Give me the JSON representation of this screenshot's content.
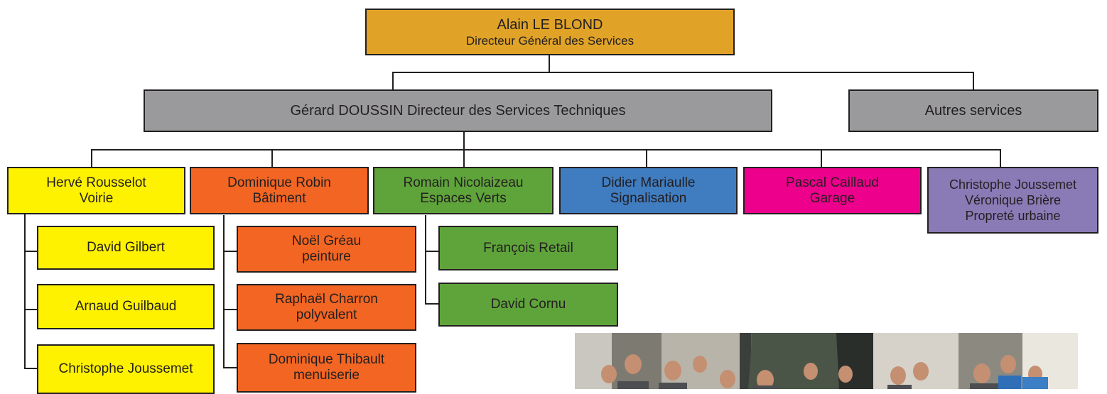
{
  "colors": {
    "director": "#e0a328",
    "gray": "#9a9a9c",
    "voirie": "#fff200",
    "batiment": "#f26522",
    "espaces_verts": "#5fa43a",
    "signalisation": "#3f7cc0",
    "garage": "#ec008c",
    "proprete": "#8a7ab5"
  },
  "director": {
    "name": "Alain LE BLOND",
    "title": "Directeur Général des Services"
  },
  "tech_director": {
    "label": "Gérard DOUSSIN Directeur des Services Techniques"
  },
  "other_services": {
    "label": "Autres services"
  },
  "departments": [
    {
      "line1": "Hervé Rousselot",
      "line2": "Voirie"
    },
    {
      "line1": "Dominique Robin",
      "line2": "Bâtiment"
    },
    {
      "line1": "Romain Nicolaizeau",
      "line2": "Espaces Verts"
    },
    {
      "line1": "Didier Mariaulle",
      "line2": "Signalisation"
    },
    {
      "line1": "Pascal Caillaud",
      "line2": "Garage"
    },
    {
      "line1": "Christophe Joussemet",
      "line2": "Véronique Brière",
      "line3": "Propreté urbaine"
    }
  ],
  "voirie_staff": [
    "David Gilbert",
    "Arnaud Guilbaud",
    "Christophe Joussemet"
  ],
  "batiment_staff": [
    {
      "name": "Noël Gréau",
      "role": "peinture"
    },
    {
      "name": "Raphaël Charron",
      "role": "polyvalent"
    },
    {
      "name": "Dominique Thibault",
      "role": "menuiserie"
    }
  ],
  "espaces_verts_staff": [
    "François Retail",
    "David Cornu"
  ]
}
